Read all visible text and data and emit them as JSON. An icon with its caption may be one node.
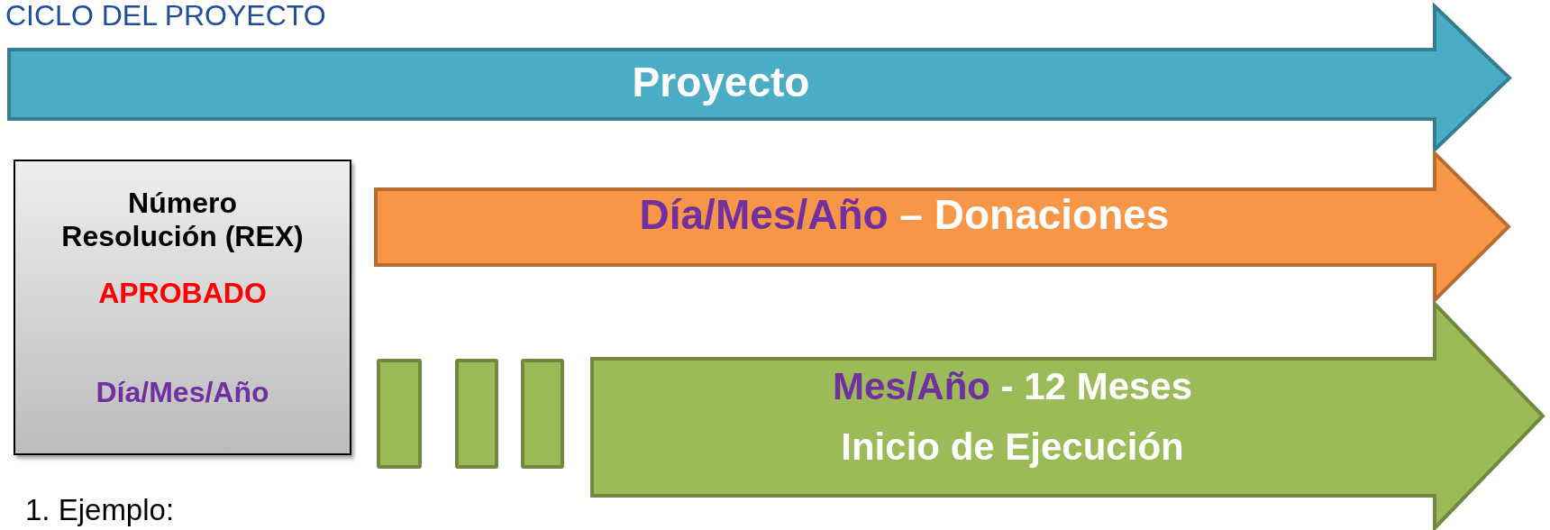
{
  "diagram": {
    "title": "CICLO DEL PROYECTO",
    "nodes": [
      {
        "text": [
          "Proyecto"
        ]
      },
      {
        "text": [
          "Número Resolución (REX)",
          "APROBADO",
          "Día/Mes/Año"
        ]
      },
      {
        "text": [
          "Día/Mes/Año",
          "– Donaciones"
        ]
      },
      {
        "text": [],
        "shape": "box"
      },
      {
        "text": [],
        "shape": "box"
      },
      {
        "text": [],
        "shape": "box"
      },
      {
        "text": [
          "Mes/Año",
          "- 12 Meses",
          "Inicio de Ejecución"
        ]
      }
    ],
    "edges": [],
    "labels": [
      "1. Ejemplo:"
    ]
  }
}
